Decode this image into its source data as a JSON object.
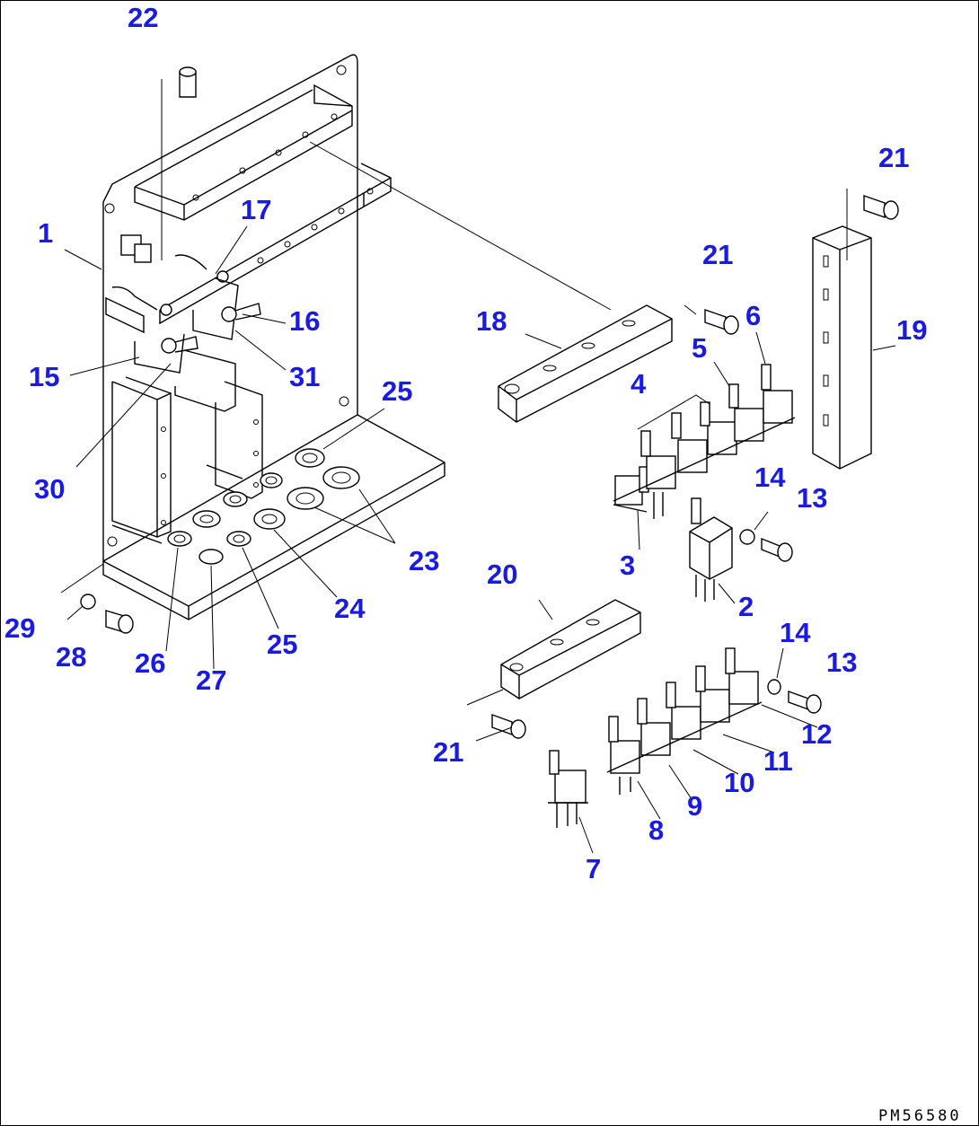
{
  "diagram": {
    "reference_code": "PM56580",
    "colors": {
      "callout": "#1a1ae6",
      "line": "#000000",
      "background": "#ffffff"
    },
    "callouts": [
      {
        "id": "c22",
        "text": "22"
      },
      {
        "id": "c1",
        "text": "1"
      },
      {
        "id": "c17",
        "text": "17"
      },
      {
        "id": "c16",
        "text": "16"
      },
      {
        "id": "c15",
        "text": "15"
      },
      {
        "id": "c31",
        "text": "31"
      },
      {
        "id": "c30",
        "text": "30"
      },
      {
        "id": "c25a",
        "text": "25"
      },
      {
        "id": "c23",
        "text": "23"
      },
      {
        "id": "c24",
        "text": "24"
      },
      {
        "id": "c25b",
        "text": "25"
      },
      {
        "id": "c26",
        "text": "26"
      },
      {
        "id": "c27",
        "text": "27"
      },
      {
        "id": "c29",
        "text": "29"
      },
      {
        "id": "c28",
        "text": "28"
      },
      {
        "id": "c18",
        "text": "18"
      },
      {
        "id": "c21a",
        "text": "21"
      },
      {
        "id": "c21b",
        "text": "21"
      },
      {
        "id": "c19",
        "text": "19"
      },
      {
        "id": "c6",
        "text": "6"
      },
      {
        "id": "c5",
        "text": "5"
      },
      {
        "id": "c4",
        "text": "4"
      },
      {
        "id": "c3",
        "text": "3"
      },
      {
        "id": "c14a",
        "text": "14"
      },
      {
        "id": "c13a",
        "text": "13"
      },
      {
        "id": "c2",
        "text": "2"
      },
      {
        "id": "c20",
        "text": "20"
      },
      {
        "id": "c21c",
        "text": "21"
      },
      {
        "id": "c14b",
        "text": "14"
      },
      {
        "id": "c13b",
        "text": "13"
      },
      {
        "id": "c12",
        "text": "12"
      },
      {
        "id": "c11",
        "text": "11"
      },
      {
        "id": "c10",
        "text": "10"
      },
      {
        "id": "c9",
        "text": "9"
      },
      {
        "id": "c8",
        "text": "8"
      },
      {
        "id": "c7",
        "text": "7"
      }
    ]
  }
}
